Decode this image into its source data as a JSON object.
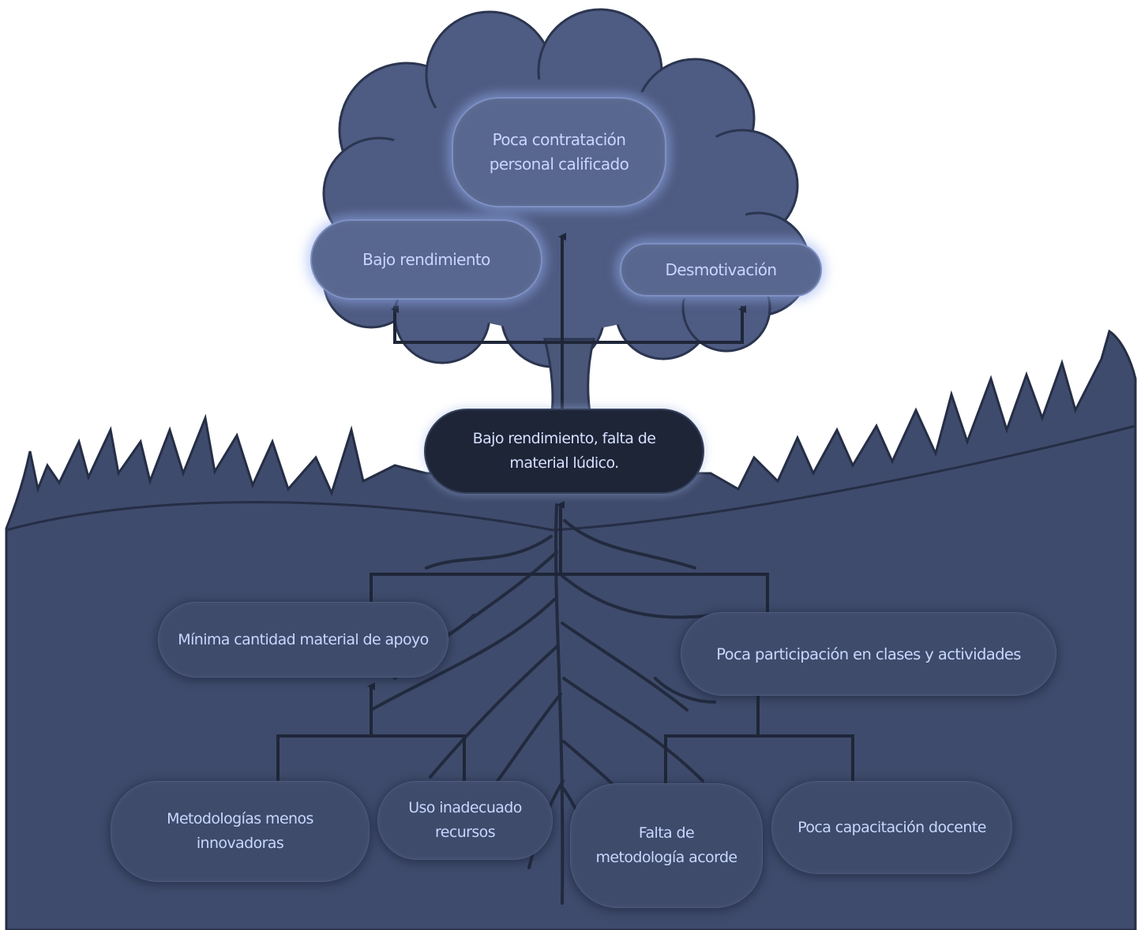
{
  "diagram": {
    "type": "problem-tree",
    "colors": {
      "sky": "#ffffff",
      "canopy": "#4e5b82",
      "canopy_outline": "#2b3550",
      "ground": "#3f4b6c",
      "ground_outline": "#252e45",
      "arrow": "#1e2638",
      "root_line": "#222a3e",
      "text": "#c9d6ff"
    },
    "core_problem": {
      "text": "Bajo rendimiento, falta de\nmaterial lúdico."
    },
    "effects": [
      {
        "id": "contratacion",
        "text": "Poca contratación\npersonal calificado"
      },
      {
        "id": "bajo-rendimiento",
        "text": "Bajo rendimiento"
      },
      {
        "id": "desmotivacion",
        "text": "Desmotivación"
      }
    ],
    "causes": [
      {
        "id": "minima-cantidad",
        "text": "Mínima cantidad material de apoyo"
      },
      {
        "id": "poca-participacion",
        "text": "Poca  participación en  clases y actividades"
      }
    ],
    "sub_causes": [
      {
        "id": "metodologias",
        "text": "Metodologías menos\ninnovadoras"
      },
      {
        "id": "uso-inadecuado",
        "text": "Uso inadecuado\nrecursos"
      },
      {
        "id": "falta-metodologia",
        "text": "Falta de\nmetodología acorde"
      },
      {
        "id": "capacitacion",
        "text": "Poca capacitación docente"
      }
    ]
  }
}
